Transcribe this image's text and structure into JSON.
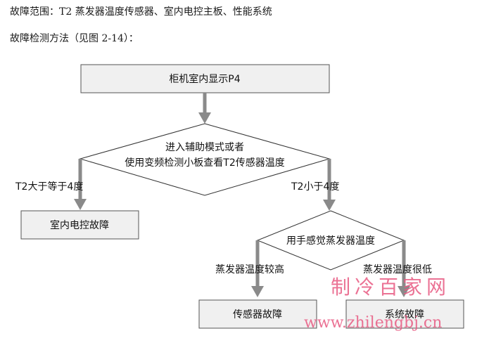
{
  "header": {
    "fault_scope": "故障范围：T2 蒸发器温度传感器、室内电控主板、性能系统",
    "detection_method": "故障检测方法（见图 2-14）："
  },
  "flow": {
    "start": "柜机室内显示P4",
    "decision1_line1": "进入辅助模式或者",
    "decision1_line2": "使用变频检测小板查看T2传感器温度",
    "branch_left": "T2大于等于4度",
    "branch_right": "T2小于4度",
    "result_left": "室内电控故障",
    "decision2": "用手感觉蒸发器温度",
    "branch2_left": "蒸发器温度较高",
    "branch2_right": "蒸发器温度很低",
    "result2_left": "传感器故障",
    "result2_right": "系统故障"
  },
  "watermark": {
    "name": "制冷百家网",
    "url": "www.zhilengbj.cn"
  }
}
